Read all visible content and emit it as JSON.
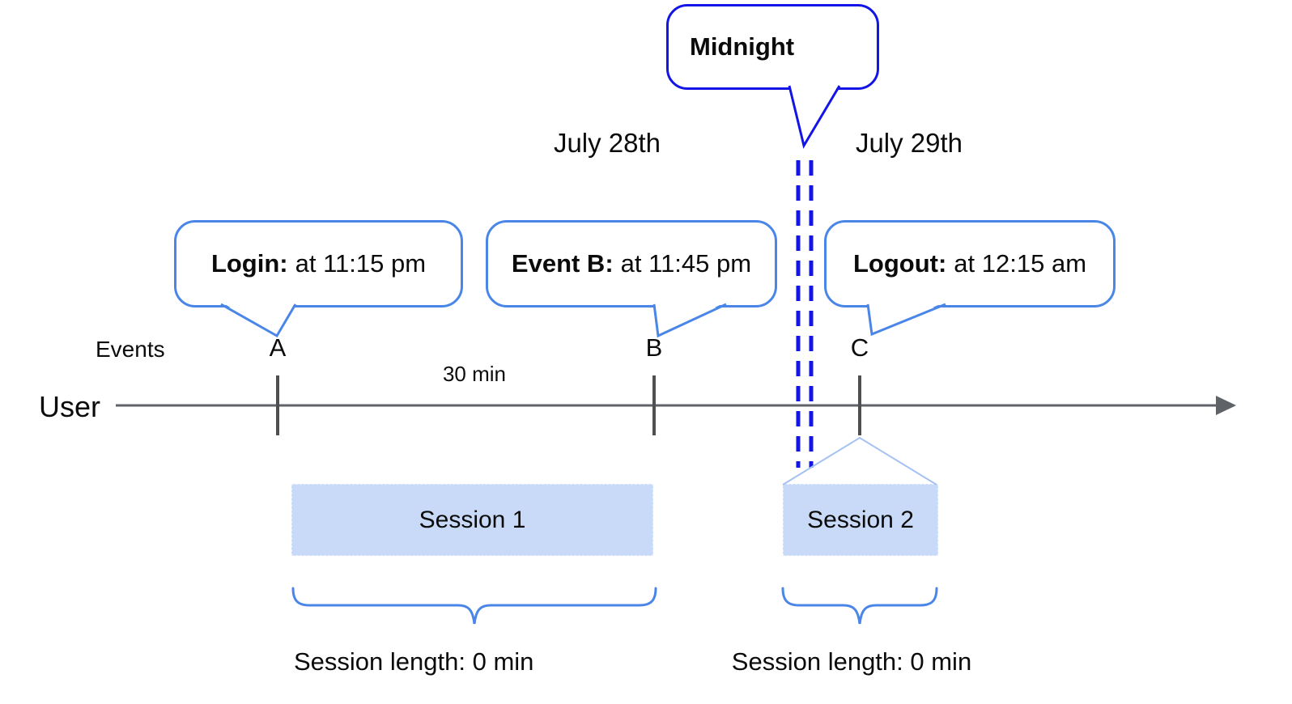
{
  "midnight": {
    "label": "Midnight"
  },
  "dates": {
    "day1": "July 28th",
    "day2": "July 29th"
  },
  "callouts": [
    {
      "title": "Login:",
      "time": "at 11:15 pm"
    },
    {
      "title": "Event B:",
      "time": "at 11:45 pm"
    },
    {
      "title": "Logout:",
      "time": "at 12:15 am"
    }
  ],
  "axis": {
    "row_label": "Events",
    "user_label": "User",
    "interval_label": "30 min",
    "event_marks": [
      "A",
      "B",
      "C"
    ]
  },
  "sessions": [
    {
      "name": "Session 1",
      "length": "Session length: 0 min"
    },
    {
      "name": "Session 2",
      "length": "Session length: 0 min"
    }
  ],
  "colors": {
    "midnight_blue": "#1315e6",
    "callout_blue": "#4a86e8",
    "session_fill": "#c9daf8",
    "funnel_blue": "#a4c2f4",
    "axis_gray": "#5f6368",
    "tick_gray": "#4f4f4f"
  }
}
